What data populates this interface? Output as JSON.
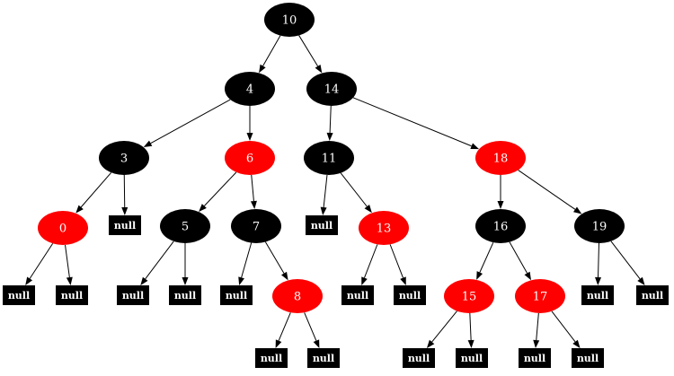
{
  "colors": {
    "black_node": "#000000",
    "red_node": "#ff0000",
    "label": "#ffffff",
    "edge": "#000000",
    "background": "#ffffff"
  },
  "null_label": "null",
  "tree": {
    "value": "10",
    "color": "black",
    "left": {
      "value": "4",
      "color": "black",
      "left": {
        "value": "3",
        "color": "black",
        "left": {
          "value": "0",
          "color": "red",
          "left": null,
          "right": null
        },
        "right": null
      },
      "right": {
        "value": "6",
        "color": "red",
        "left": {
          "value": "5",
          "color": "black",
          "left": null,
          "right": null
        },
        "right": {
          "value": "7",
          "color": "black",
          "left": null,
          "right": {
            "value": "8",
            "color": "red",
            "left": null,
            "right": null
          }
        }
      }
    },
    "right": {
      "value": "14",
      "color": "black",
      "left": {
        "value": "11",
        "color": "black",
        "left": null,
        "right": {
          "value": "13",
          "color": "red",
          "left": null,
          "right": null
        }
      },
      "right": {
        "value": "18",
        "color": "red",
        "left": {
          "value": "16",
          "color": "black",
          "left": {
            "value": "15",
            "color": "red",
            "left": null,
            "right": null
          },
          "right": {
            "value": "17",
            "color": "red",
            "left": null,
            "right": null
          }
        },
        "right": {
          "value": "19",
          "color": "black",
          "left": null,
          "right": null
        }
      }
    }
  }
}
